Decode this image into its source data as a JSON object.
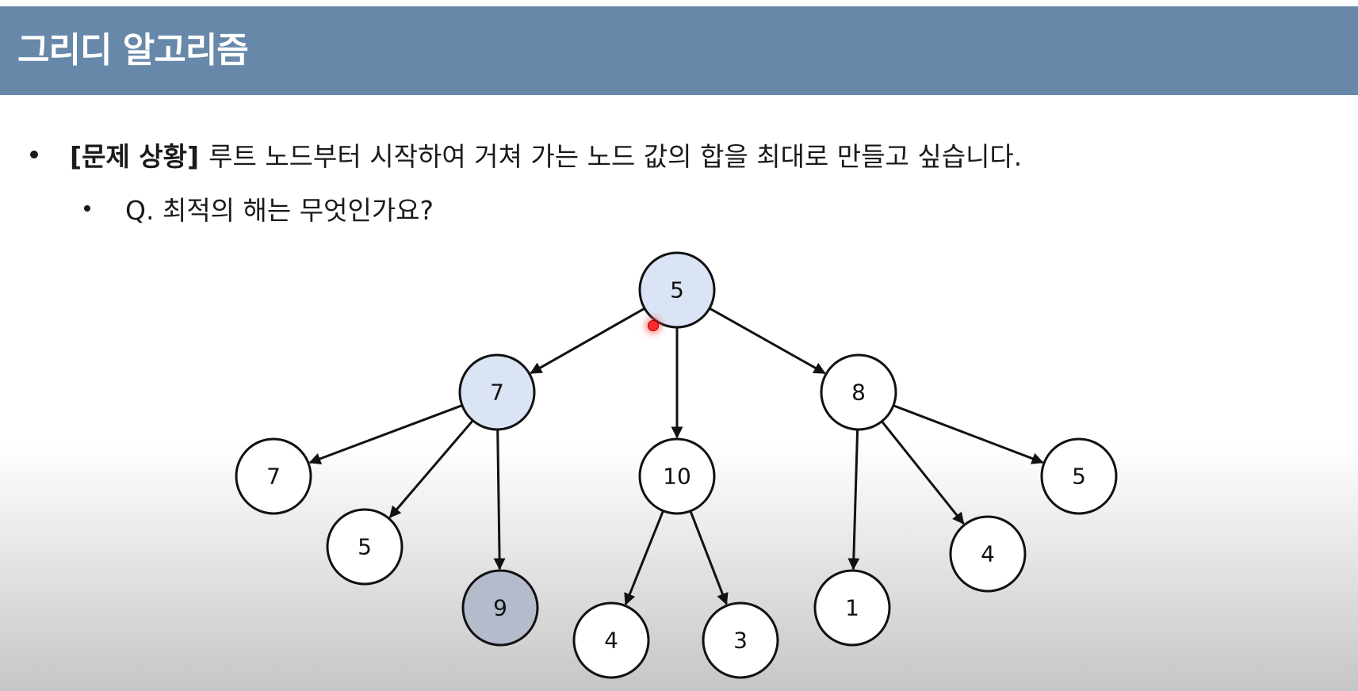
{
  "header": {
    "title": "그리디 알고리즘"
  },
  "content": {
    "bullet1_tag": "[문제 상황]",
    "bullet1_text": "루트 노드부터 시작하여 거쳐 가는 노드 값의 합을 최대로 만들고 싶습니다.",
    "bullet2_text": "Q. 최적의 해는 무엇인가요?"
  },
  "colors": {
    "header_bg": "#6788a9",
    "node_default": "#ffffff",
    "node_highlight": "#dbe4f4",
    "node_selected": "#b4bccb"
  },
  "tree": {
    "nodes": [
      {
        "id": "root",
        "label": "5",
        "state": "highlight"
      },
      {
        "id": "n7",
        "label": "7",
        "state": "highlight"
      },
      {
        "id": "n10",
        "label": "10",
        "state": "default"
      },
      {
        "id": "n8",
        "label": "8",
        "state": "default"
      },
      {
        "id": "n7a",
        "label": "7",
        "state": "default"
      },
      {
        "id": "n5a",
        "label": "5",
        "state": "default"
      },
      {
        "id": "n9",
        "label": "9",
        "state": "selected"
      },
      {
        "id": "n4a",
        "label": "4",
        "state": "default"
      },
      {
        "id": "n3",
        "label": "3",
        "state": "default"
      },
      {
        "id": "n1",
        "label": "1",
        "state": "default"
      },
      {
        "id": "n4b",
        "label": "4",
        "state": "default"
      },
      {
        "id": "n5b",
        "label": "5",
        "state": "default"
      }
    ],
    "edges": [
      [
        "root",
        "n7"
      ],
      [
        "root",
        "n10"
      ],
      [
        "root",
        "n8"
      ],
      [
        "n7",
        "n7a"
      ],
      [
        "n7",
        "n5a"
      ],
      [
        "n7",
        "n9"
      ],
      [
        "n10",
        "n4a"
      ],
      [
        "n10",
        "n3"
      ],
      [
        "n8",
        "n1"
      ],
      [
        "n8",
        "n4b"
      ],
      [
        "n8",
        "n5b"
      ]
    ]
  }
}
